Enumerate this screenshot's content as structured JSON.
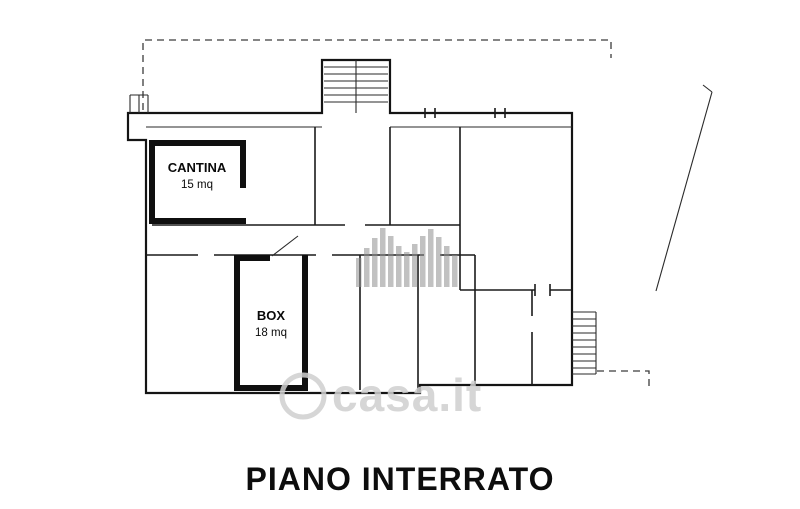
{
  "title": "PIANO INTERRATO",
  "rooms": {
    "cantina": {
      "label": "CANTINA",
      "area": "15 mq"
    },
    "box": {
      "label": "BOX",
      "area": "18 mq"
    }
  },
  "watermark": {
    "text": "casa.it"
  },
  "colors": {
    "wall": "#1a1a1a",
    "thick_wall": "#0f0f0f",
    "watermark_icon": "#8f8f8f",
    "watermark_text": "#cfcfcf",
    "title": "#0d0d0d"
  }
}
